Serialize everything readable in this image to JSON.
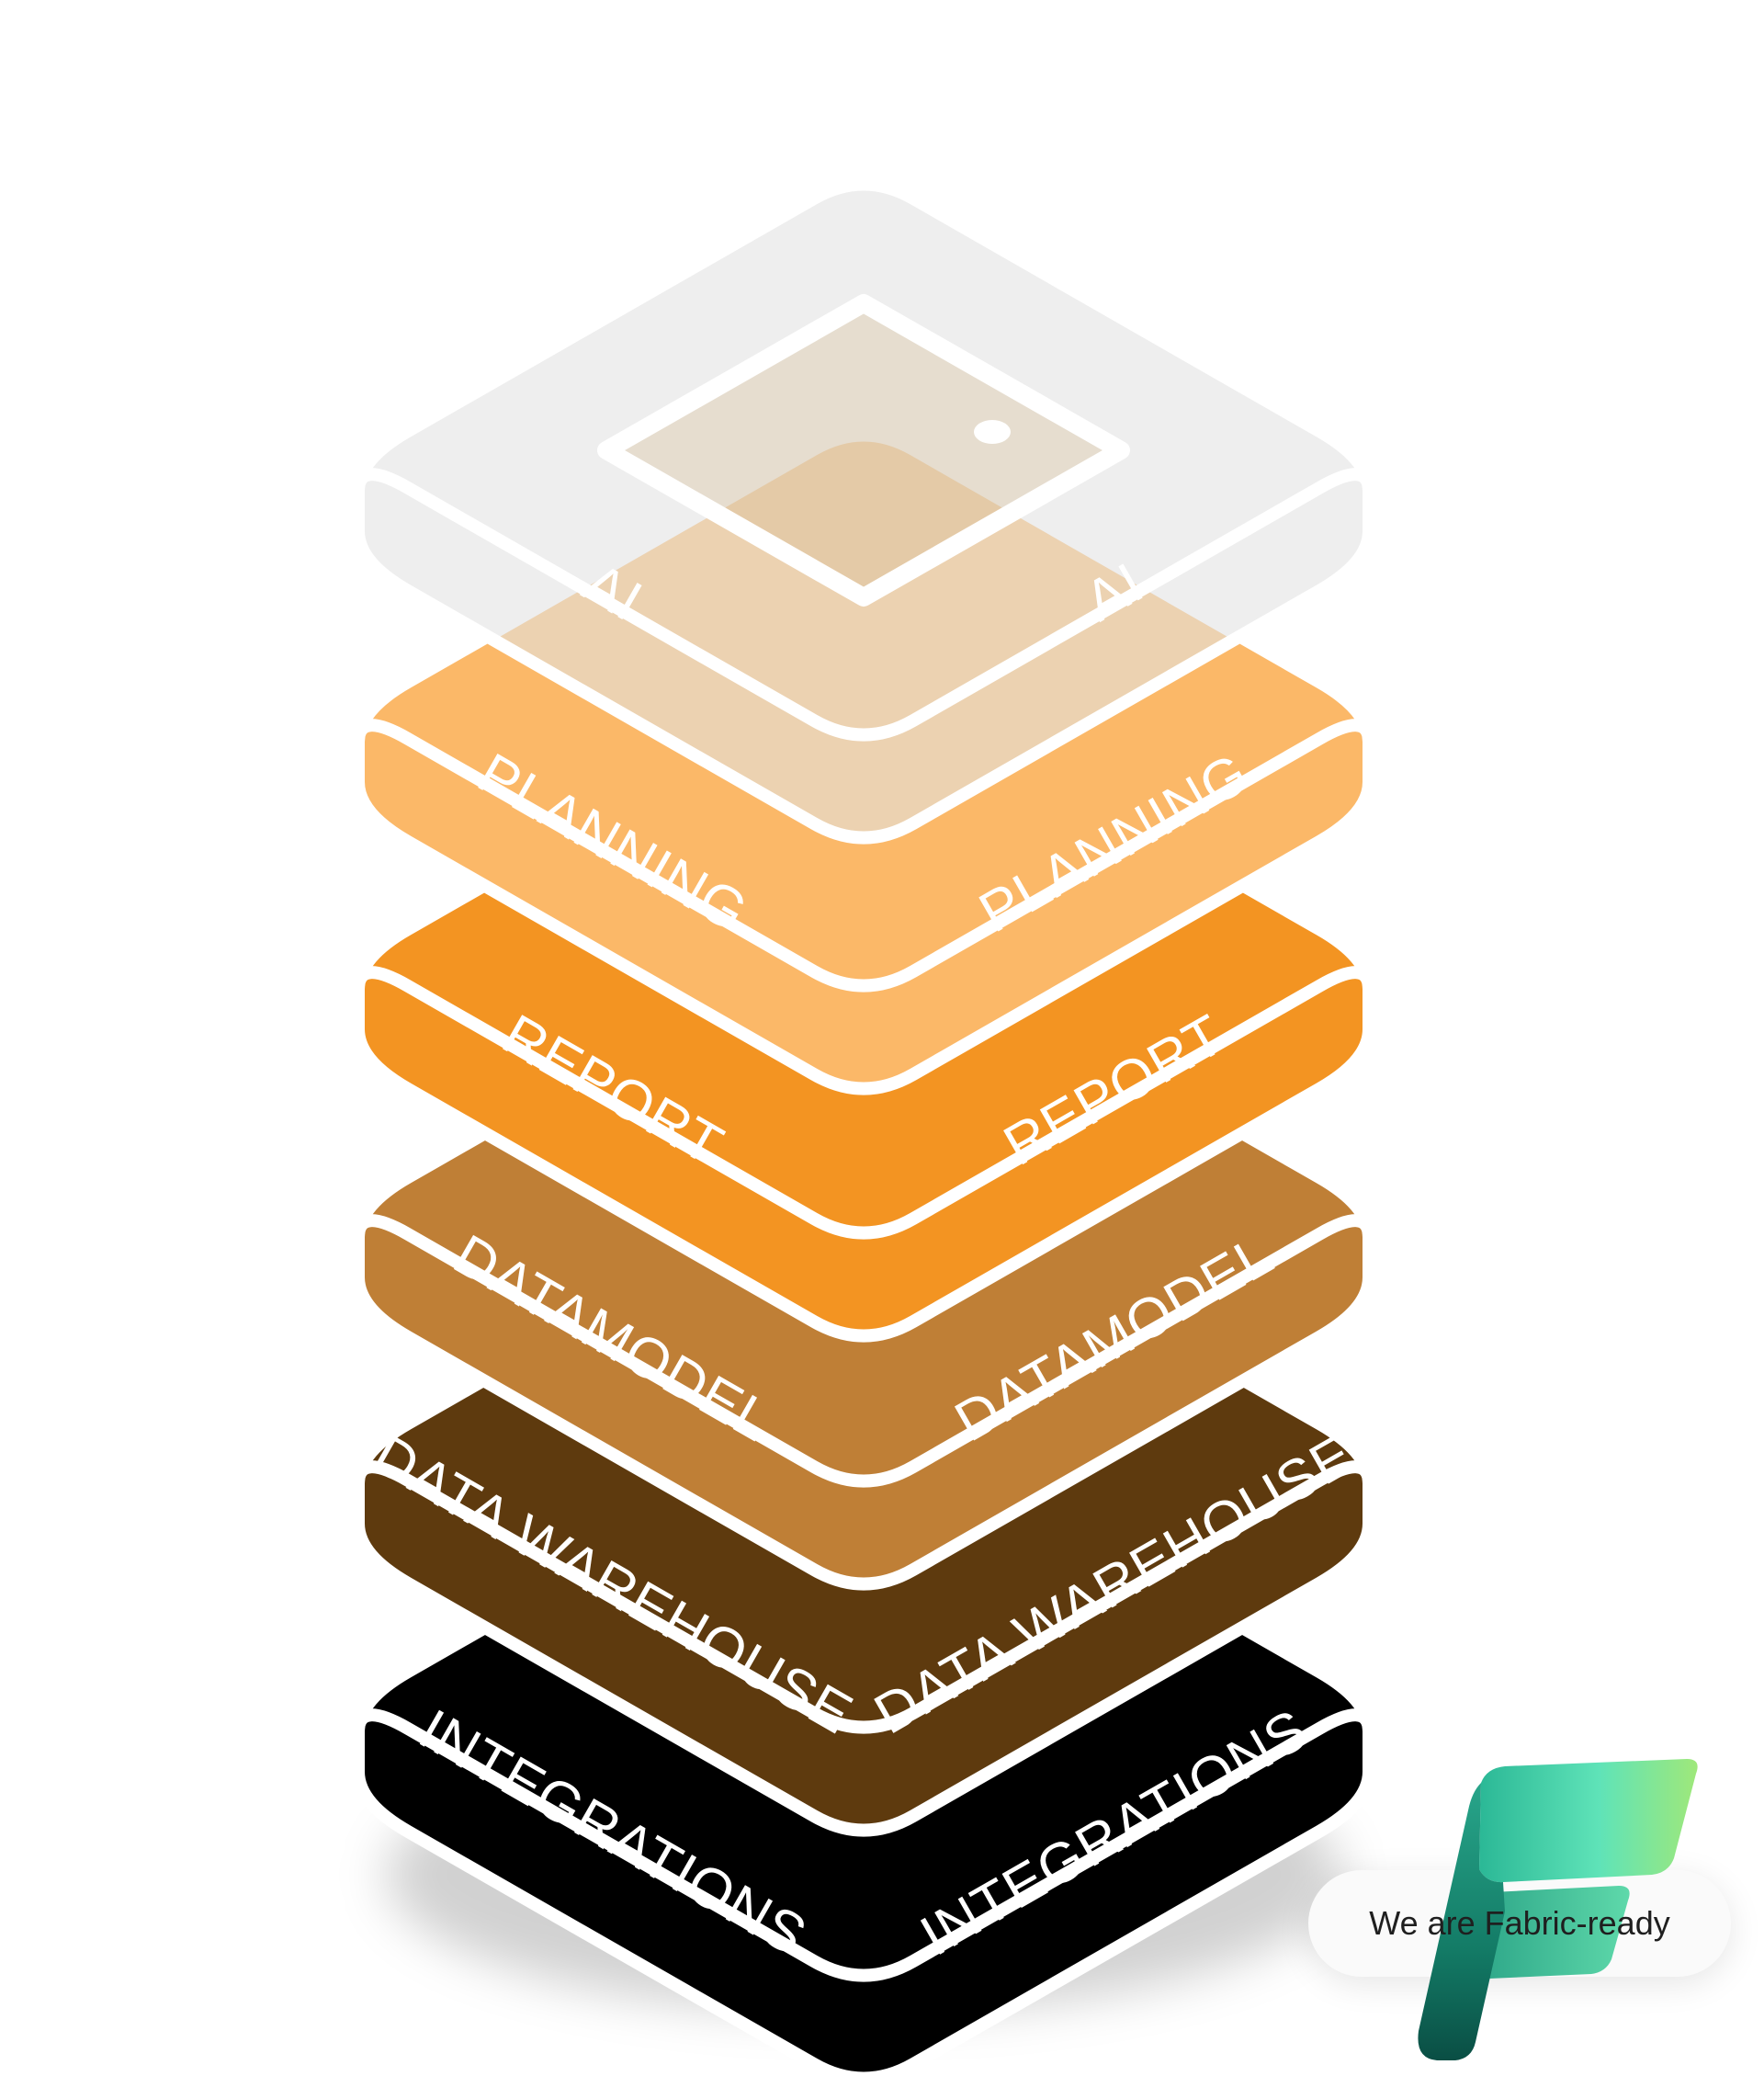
{
  "colors": {
    "ai": "#e2e2e2",
    "planning": "#fbb868",
    "report": "#f39422",
    "datamodel": "#bf7f36",
    "data_warehouse": "#5e3a0e",
    "integrations": "#000000",
    "separator": "#ffffff"
  },
  "layers": [
    {
      "key": "integrations",
      "label": "INTEGRATIONS"
    },
    {
      "key": "data_warehouse",
      "label": "DATA WAREHOUSE"
    },
    {
      "key": "datamodel",
      "label": "DATAMODEL"
    },
    {
      "key": "report",
      "label": "REPORT"
    },
    {
      "key": "planning",
      "label": "PLANNING"
    },
    {
      "key": "ai",
      "label": "AI"
    }
  ],
  "ai_icon": "chip-icon",
  "badge": {
    "text": "We are Fabric-ready",
    "logo": "fabric-logo-icon"
  }
}
